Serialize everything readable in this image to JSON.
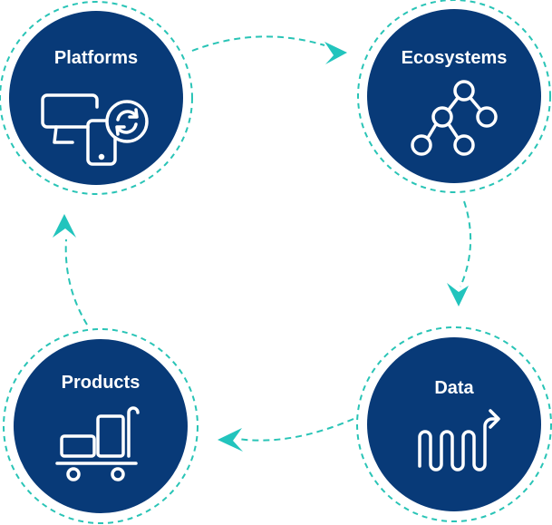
{
  "colors": {
    "node_fill": "#083a78",
    "dash_ring": "#29c4b6",
    "arrow": "#22c4bd",
    "icon_stroke": "#ffffff"
  },
  "nodes": {
    "platforms": {
      "label": "Platforms",
      "icon": "devices-sync-icon"
    },
    "ecosystems": {
      "label": "Ecosystems",
      "icon": "network-tree-icon"
    },
    "data": {
      "label": "Data",
      "icon": "winding-path-arrow-icon"
    },
    "products": {
      "label": "Products",
      "icon": "cart-icon"
    }
  },
  "cycle_order": [
    "platforms",
    "ecosystems",
    "data",
    "products"
  ]
}
